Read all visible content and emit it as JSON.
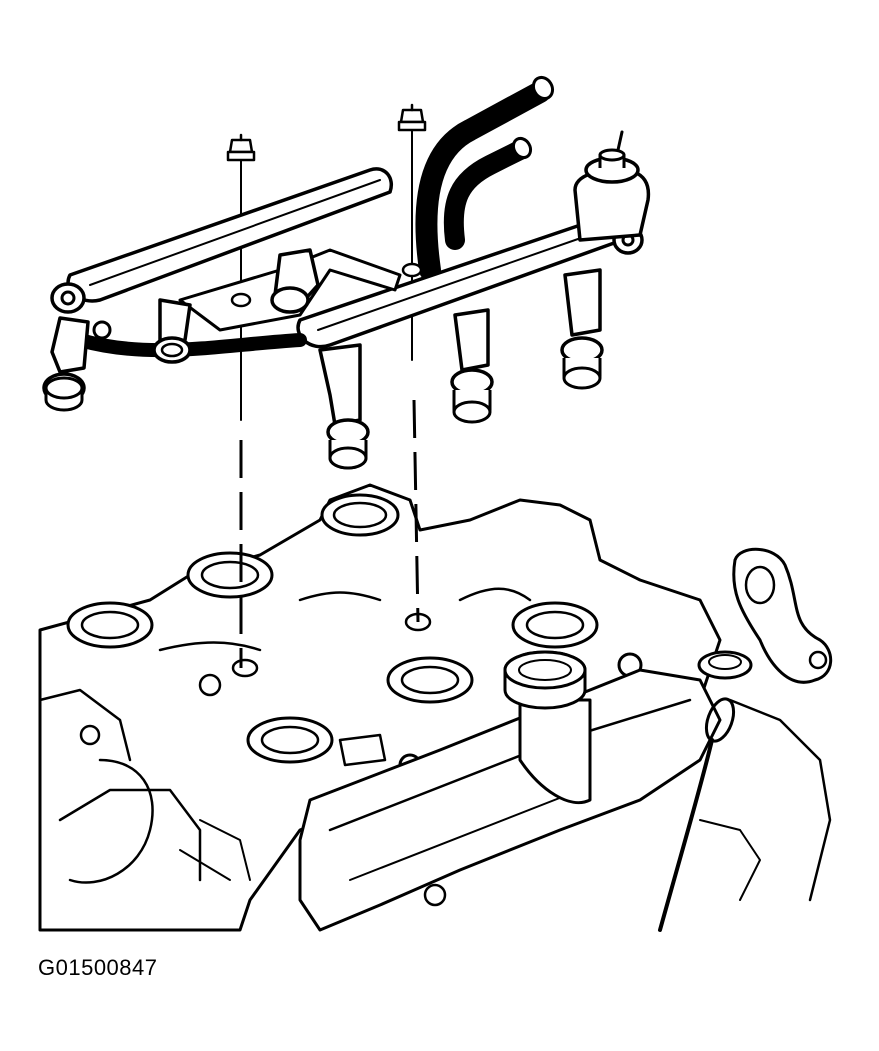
{
  "figure": {
    "id_label": "G01500847",
    "ink_color": "#000000",
    "paper_color": "#ffffff"
  },
  "parts": [
    "fuel-rail",
    "fuel-injectors",
    "fuel-pressure-regulator",
    "fuel-feed-and-return-pipes",
    "rail-retaining-bolts",
    "intake-manifold",
    "valve-cover",
    "oil-filler-cap",
    "oil-dipstick",
    "engine-lift-bracket"
  ]
}
